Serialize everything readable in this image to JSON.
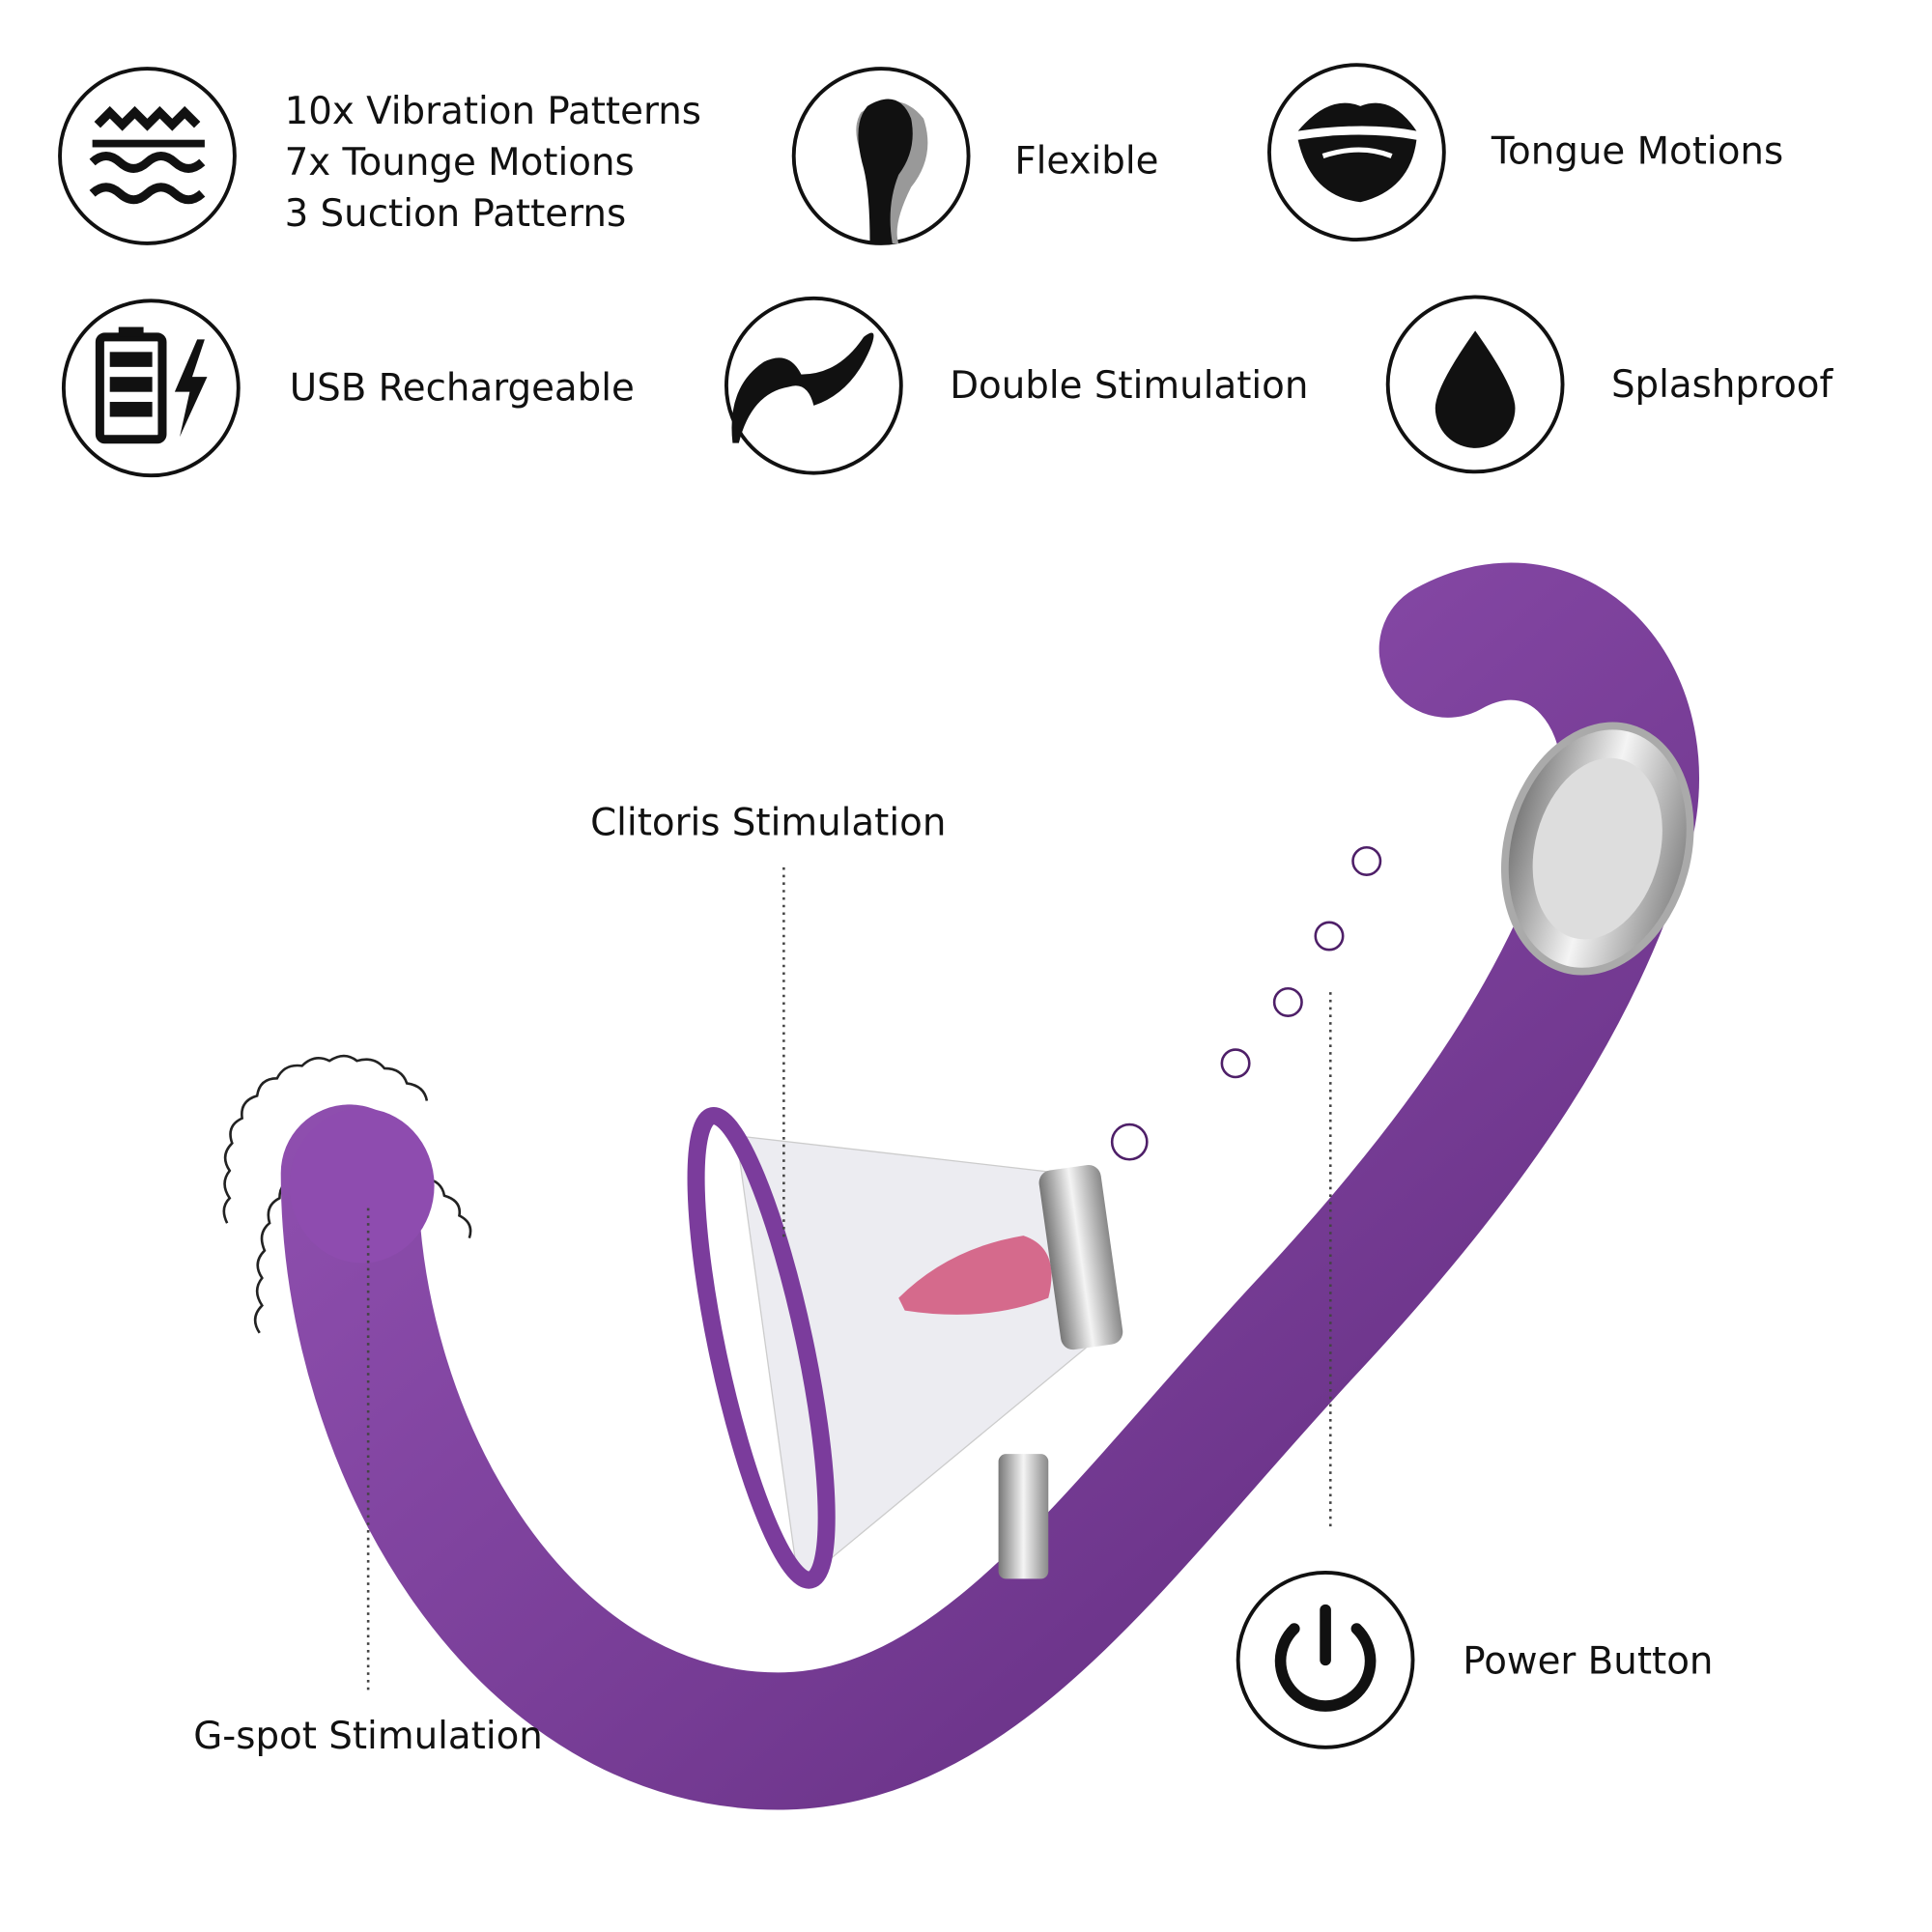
{
  "features": {
    "patterns": {
      "icon": "waves-icon",
      "lines": [
        "10x Vibration Patterns",
        "7x Tounge Motions",
        "3 Suction Patterns"
      ]
    },
    "flexible": {
      "icon": "flexible-shape-icon",
      "label": "Flexible"
    },
    "tongue": {
      "icon": "mouth-tongue-icon",
      "label": "Tongue Motions"
    },
    "usb": {
      "icon": "battery-charge-icon",
      "label": "USB Rechargeable"
    },
    "double": {
      "icon": "double-stimulation-icon",
      "label": "Double Stimulation"
    },
    "splash": {
      "icon": "water-drop-icon",
      "label": "Splashproof"
    }
  },
  "callouts": {
    "clitoris": "Clitoris Stimulation",
    "gspot": "G-spot Stimulation",
    "power": "Power Button"
  },
  "colors": {
    "product": "#7b3c9c",
    "product_dark": "#5e2a7a",
    "text": "#111111"
  }
}
